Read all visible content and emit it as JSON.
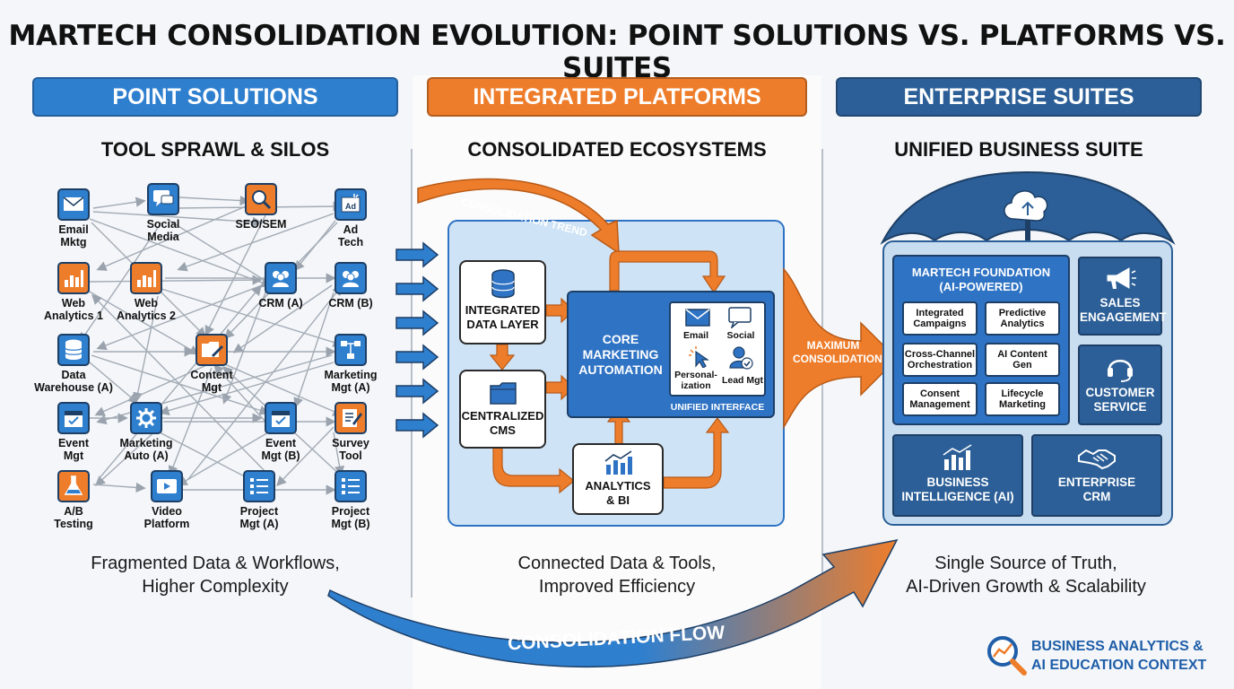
{
  "title": "MARTECH CONSOLIDATION EVOLUTION: POINT SOLUTIONS VS. PLATFORMS VS. SUITES",
  "columns": {
    "point": {
      "banner": "POINT SOLUTIONS",
      "subheading": "TOOL SPRAWL & SILOS",
      "caption_line1": "Fragmented Data & Workflows,",
      "caption_line2": "Higher Complexity",
      "tools": [
        {
          "l1": "Email",
          "l2": "Mktg",
          "icon": "email-icon"
        },
        {
          "l1": "Social",
          "l2": "Media",
          "icon": "social-chat-icon"
        },
        {
          "l1": "SEO/SEM",
          "l2": "",
          "icon": "magnifier-icon"
        },
        {
          "l1": "Ad",
          "l2": "Tech",
          "icon": "ad-tech-icon"
        },
        {
          "l1": "Web",
          "l2": "Analytics 1",
          "icon": "bar-chart-icon"
        },
        {
          "l1": "Web",
          "l2": "Analytics 2",
          "icon": "bar-chart-icon"
        },
        {
          "l1": "CRM (A)",
          "l2": "",
          "icon": "people-icon"
        },
        {
          "l1": "CRM (B)",
          "l2": "",
          "icon": "people-icon"
        },
        {
          "l1": "Data",
          "l2": "Warehouse (A)",
          "icon": "database-icon"
        },
        {
          "l1": "Content",
          "l2": "Mgt",
          "icon": "folder-edit-icon"
        },
        {
          "l1": "Marketing",
          "l2": "Mgt (A)",
          "icon": "workflow-icon"
        },
        {
          "l1": "Event",
          "l2": "Mgt",
          "icon": "calendar-icon"
        },
        {
          "l1": "Marketing",
          "l2": "Auto (A)",
          "icon": "gear-icon"
        },
        {
          "l1": "Event",
          "l2": "Mgt (B)",
          "icon": "calendar-icon"
        },
        {
          "l1": "Survey",
          "l2": "Tool",
          "icon": "survey-icon"
        },
        {
          "l1": "A/B",
          "l2": "Testing",
          "icon": "flask-icon"
        },
        {
          "l1": "Video",
          "l2": "Platform",
          "icon": "video-icon"
        },
        {
          "l1": "Project",
          "l2": "Mgt (A)",
          "icon": "checklist-icon"
        },
        {
          "l1": "Project",
          "l2": "Mgt (B)",
          "icon": "checklist-icon"
        }
      ]
    },
    "platforms": {
      "banner": "INTEGRATED PLATFORMS",
      "subheading": "CONSOLIDATED ECOSYSTEMS",
      "trend_label": "CONSOLIDATION TREND",
      "integrated_data_l1": "INTEGRATED",
      "integrated_data_l2": "DATA LAYER",
      "cms_l1": "CENTRALIZED",
      "cms_l2": "CMS",
      "core_l1": "CORE",
      "core_l2": "MARKETING",
      "core_l3": "AUTOMATION",
      "mini_email": "Email",
      "mini_social": "Social",
      "mini_person_l1": "Personal-",
      "mini_person_l2": "ization",
      "mini_lead": "Lead Mgt",
      "unified_interface": "UNIFIED INTERFACE",
      "analytics_l1": "ANALYTICS",
      "analytics_l2": "& BI",
      "caption_line1": "Connected Data & Tools,",
      "caption_line2": "Improved Efficiency",
      "max_l1": "MAXIMUM",
      "max_l2": "CONSOLIDATION"
    },
    "suites": {
      "banner": "ENTERPRISE SUITES",
      "subheading": "UNIFIED BUSINESS SUITE",
      "foundation_l1": "MARTECH FOUNDATION",
      "foundation_l2": "(AI-POWERED)",
      "cells": [
        {
          "l1": "Integrated",
          "l2": "Campaigns"
        },
        {
          "l1": "Predictive",
          "l2": "Analytics"
        },
        {
          "l1": "Cross-Channel",
          "l2": "Orchestration"
        },
        {
          "l1": "AI Content",
          "l2": "Gen"
        },
        {
          "l1": "Consent",
          "l2": "Management"
        },
        {
          "l1": "Lifecycle",
          "l2": "Marketing"
        }
      ],
      "sales_l1": "SALES",
      "sales_l2": "ENGAGEMENT",
      "service_l1": "CUSTOMER",
      "service_l2": "SERVICE",
      "bi_l1": "BUSINESS",
      "bi_l2": "INTELLIGENCE (AI)",
      "crm_l1": "ENTERPRISE",
      "crm_l2": "CRM",
      "caption_line1": "Single Source of Truth,",
      "caption_line2": "AI-Driven Growth & Scalability"
    }
  },
  "flow_label": "CONSOLIDATION FLOW",
  "logo": {
    "l1": "BUSINESS ANALYTICS &",
    "l2": "AI EDUCATION CONTEXT",
    "icon": "analytics-magnifier-icon"
  },
  "colors": {
    "blue": "#2f7fcf",
    "orange": "#ee7d2b",
    "navy": "#2c5f97",
    "light_blue": "#c9ddf1"
  }
}
